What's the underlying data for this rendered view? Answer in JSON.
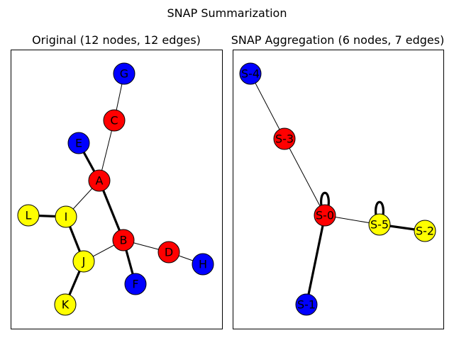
{
  "figure": {
    "title": "SNAP Summarization"
  },
  "panels": [
    {
      "id": "original",
      "title": "Original (12 nodes, 12 edges)",
      "nodes": [
        {
          "id": "G",
          "label": "G",
          "color": "#0000ff"
        },
        {
          "id": "C",
          "label": "C",
          "color": "#ff0000"
        },
        {
          "id": "E",
          "label": "E",
          "color": "#0000ff"
        },
        {
          "id": "A",
          "label": "A",
          "color": "#ff0000"
        },
        {
          "id": "L",
          "label": "L",
          "color": "#ffff00"
        },
        {
          "id": "I",
          "label": "I",
          "color": "#ffff00"
        },
        {
          "id": "B",
          "label": "B",
          "color": "#ff0000"
        },
        {
          "id": "D",
          "label": "D",
          "color": "#ff0000"
        },
        {
          "id": "H",
          "label": "H",
          "color": "#0000ff"
        },
        {
          "id": "J",
          "label": "J",
          "color": "#ffff00"
        },
        {
          "id": "F",
          "label": "F",
          "color": "#0000ff"
        },
        {
          "id": "K",
          "label": "K",
          "color": "#ffff00"
        }
      ],
      "edges": [
        {
          "source": "G",
          "target": "C",
          "weight": 1
        },
        {
          "source": "C",
          "target": "A",
          "weight": 1
        },
        {
          "source": "E",
          "target": "A",
          "weight": 3
        },
        {
          "source": "A",
          "target": "B",
          "weight": 3
        },
        {
          "source": "A",
          "target": "I",
          "weight": 1
        },
        {
          "source": "L",
          "target": "I",
          "weight": 3
        },
        {
          "source": "I",
          "target": "J",
          "weight": 3
        },
        {
          "source": "J",
          "target": "B",
          "weight": 1
        },
        {
          "source": "B",
          "target": "D",
          "weight": 1
        },
        {
          "source": "D",
          "target": "H",
          "weight": 1
        },
        {
          "source": "B",
          "target": "F",
          "weight": 3
        },
        {
          "source": "J",
          "target": "K",
          "weight": 3
        }
      ]
    },
    {
      "id": "aggregation",
      "title": "SNAP Aggregation (6 nodes, 7 edges)",
      "nodes": [
        {
          "id": "S-4",
          "label": "S-4",
          "color": "#0000ff"
        },
        {
          "id": "S-3",
          "label": "S-3",
          "color": "#ff0000"
        },
        {
          "id": "S-0",
          "label": "S-0",
          "color": "#ff0000"
        },
        {
          "id": "S-5",
          "label": "S-5",
          "color": "#ffff00"
        },
        {
          "id": "S-2",
          "label": "S-2",
          "color": "#ffff00"
        },
        {
          "id": "S-1",
          "label": "S-1",
          "color": "#0000ff"
        }
      ],
      "edges": [
        {
          "source": "S-4",
          "target": "S-3",
          "weight": 1
        },
        {
          "source": "S-3",
          "target": "S-0",
          "weight": 1
        },
        {
          "source": "S-0",
          "target": "S-0",
          "weight": 3
        },
        {
          "source": "S-0",
          "target": "S-5",
          "weight": 1
        },
        {
          "source": "S-5",
          "target": "S-5",
          "weight": 3
        },
        {
          "source": "S-5",
          "target": "S-2",
          "weight": 3
        },
        {
          "source": "S-0",
          "target": "S-1",
          "weight": 3
        }
      ]
    }
  ]
}
